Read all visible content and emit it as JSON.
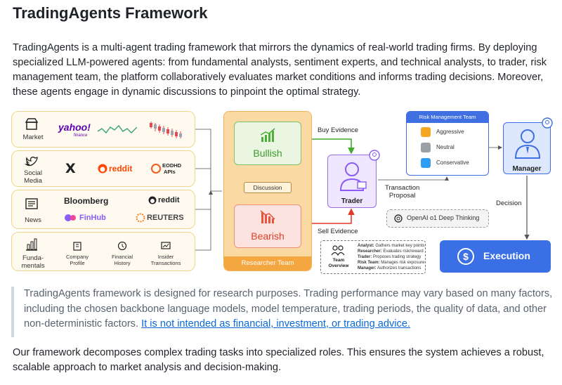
{
  "page": {
    "title": "TradingAgents Framework",
    "intro": "TradingAgents is a multi-agent trading framework that mirrors the dynamics of real-world trading firms. By deploying specialized LLM-powered agents: from fundamental analysts, sentiment experts, and technical analysts, to trader, risk management team, the platform collaboratively evaluates market conditions and informs trading decisions. Moreover, these agents engage in dynamic discussions to pinpoint the optimal strategy.",
    "note_text": "TradingAgents framework is designed for research purposes. Trading performance may vary based on many factors, including the chosen backbone language models, model temperature, trading periods, the quality of data, and other non-deterministic factors. ",
    "note_link": "It is not intended as financial, investment, or trading advice.",
    "outro": "Our framework decomposes complex trading tasks into specialized roles. This ensures the system achieves a robust, scalable approach to market analysis and decision-making."
  },
  "diagram": {
    "categories": {
      "market": {
        "label": "Market",
        "sources": [
          "yahoo!",
          "finance"
        ]
      },
      "social": {
        "label": "Social\nMedia",
        "sources": [
          "X",
          "reddit",
          "EODHD",
          "APIs"
        ]
      },
      "news": {
        "label": "News",
        "sources": [
          "Bloomberg",
          "reddit",
          "FinHub",
          "REUTERS"
        ]
      },
      "fundamentals": {
        "label": "Funda-\nmentals",
        "items": [
          "Company\nProfile",
          "Financial\nHistory",
          "Insider\nTransactions"
        ]
      }
    },
    "researcher": {
      "bullish": "Bullish",
      "bearish": "Bearish",
      "discussion": "Discussion",
      "footer": "Researcher Team"
    },
    "edges": {
      "buy": "Buy Evidence",
      "sell": "Sell Evidence",
      "proposal": "Transaction\nProposal",
      "decision": "Decision"
    },
    "trader": "Trader",
    "risk": {
      "title": "Risk Management Team",
      "levels": [
        "Aggressive",
        "Neutral",
        "Conservative"
      ]
    },
    "manager": "Manager",
    "execution": "Execution",
    "openai": "OpenAI o1 Deep Thinking",
    "team_overview": {
      "title": "Team\nOverview",
      "rows": [
        {
          "role": "Analyst:",
          "desc": "Gathers market key points"
        },
        {
          "role": "Researcher:",
          "desc": "Evaluates risk/reward"
        },
        {
          "role": "Trader:",
          "desc": "Proposes trading strategy"
        },
        {
          "role": "Risk Team:",
          "desc": "Manages risk exposure"
        },
        {
          "role": "Manager:",
          "desc": "Authorizes transactions"
        }
      ]
    },
    "colors": {
      "bull": "#4caf3a",
      "bear": "#e8533d",
      "risk_blue": "#3f6fe0",
      "trader_purple": "#8b5cf6",
      "research_orange": "#f4a741",
      "link": "#0969da"
    }
  }
}
